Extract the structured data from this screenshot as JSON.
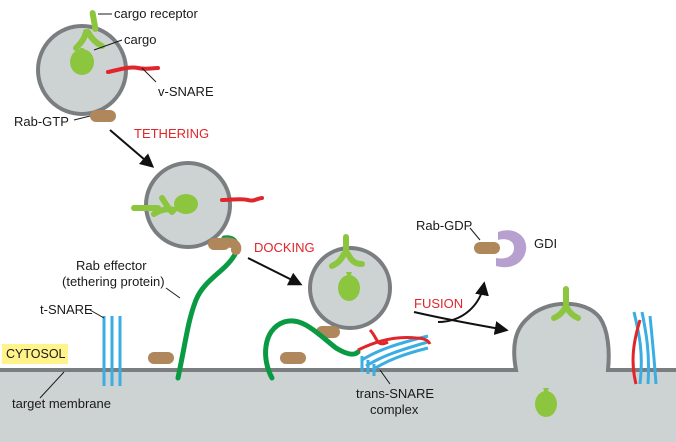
{
  "labels": {
    "cargo_receptor": "cargo receptor",
    "cargo": "cargo",
    "v_snare": "v-SNARE",
    "rab_gtp": "Rab-GTP",
    "rab_effector_line1": "Rab effector",
    "rab_effector_line2": "(tethering protein)",
    "t_snare": "t-SNARE",
    "cytosol": "CYTOSOL",
    "target_membrane": "target membrane",
    "trans_snare_line1": "trans-SNARE",
    "trans_snare_line2": "complex",
    "rab_gdp": "Rab-GDP",
    "gdi": "GDI"
  },
  "steps": {
    "tethering": "TETHERING",
    "docking": "DOCKING",
    "fusion": "FUSION"
  },
  "colors": {
    "vesicle_fill": "#cdd3d3",
    "vesicle_outline": "#7b7e80",
    "cargo_green": "#8cc63f",
    "rab": "#b0875a",
    "v_snare_red": "#e0262b",
    "t_snare_blue": "#3aaee3",
    "effector_green": "#0a9a44",
    "gdi_purple": "#b79fcf",
    "cytosol_box": "#fff38a",
    "step_text": "#e0262b"
  }
}
